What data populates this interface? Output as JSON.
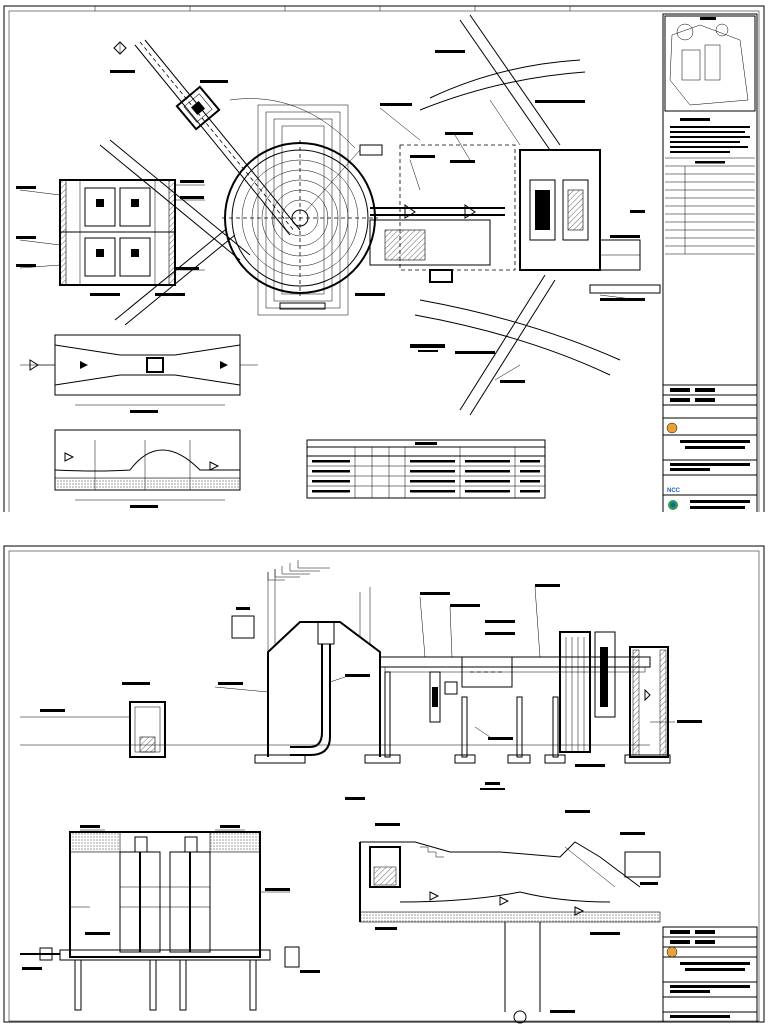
{
  "sheets": [
    {
      "id": "sheet-1",
      "plan_label": "",
      "key_plan_label": "",
      "table_title": "",
      "tb_logo": "NCC"
    },
    {
      "id": "sheet-2",
      "plan_label": "",
      "key_plan_label": "",
      "table_title": "",
      "tb_logo": ""
    }
  ],
  "colors": {
    "line": "#000000",
    "paper": "#ffffff",
    "logo_blue": "#1a5fb4",
    "logo_green": "#2f9e44"
  },
  "icons": [
    "north-arrow-icon",
    "flow-arrow-icon",
    "section-marker-icon",
    "company-seal-icon"
  ]
}
